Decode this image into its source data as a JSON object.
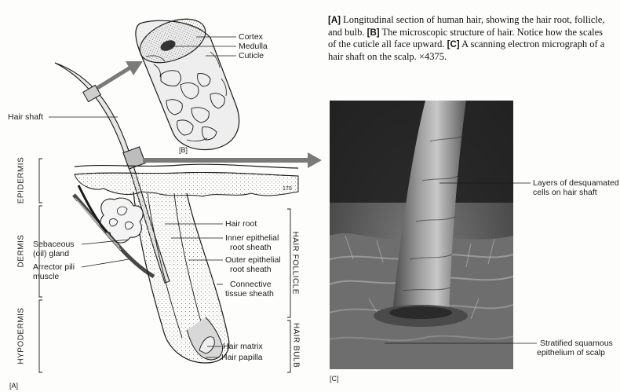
{
  "caption": {
    "a_tag": "[A]",
    "a_text": " Longitudinal section of human hair, showing the hair root, follicle, and bulb. ",
    "b_tag": "[B]",
    "b_text": " The microscopic structure of hair. Notice how the scales of the cuticle all face upward. ",
    "c_tag": "[C]",
    "c_text": " A scanning electron micrograph of a hair shaft on the scalp. ×4375."
  },
  "panel_b": {
    "tag": "[B]",
    "labels": {
      "cortex": "Cortex",
      "medulla": "Medulla",
      "cuticle": "Cuticle"
    }
  },
  "panel_a": {
    "tag": "[A]",
    "labels": {
      "hair_shaft": "Hair shaft",
      "hair_root": "Hair root",
      "inner_sheath_1": "Inner epithelial",
      "inner_sheath_2": "root sheath",
      "outer_sheath_1": "Outer epithelial",
      "outer_sheath_2": "root sheath",
      "connective_1": "Connective",
      "connective_2": "tissue sheath",
      "sebaceous_1": "Sebaceous",
      "sebaceous_2": "(oil) gland",
      "arrector_1": "Arrector pili",
      "arrector_2": "muscle",
      "hair_matrix": "Hair matrix",
      "hair_papilla": "Hair papilla"
    },
    "side_labels": {
      "epidermis": "EPIDERMIS",
      "dermis": "DERMIS",
      "hypodermis": "HYPODERMIS"
    },
    "right_labels": {
      "hair_follicle": "HAIR FOLLICLE",
      "hair_bulb": "HAIR BULB"
    }
  },
  "panel_c": {
    "tag": "[C]",
    "labels": {
      "layers_1": "Layers of desquamated",
      "layers_2": "cells on hair shaft",
      "strat_1": "Stratified squamous",
      "strat_2": "epithelium of scalp"
    }
  },
  "colors": {
    "ink": "#1a1a1a",
    "arrow": "#7a7a7a",
    "photo_dark": "#2a2a2a",
    "photo_mid": "#8a8a8a",
    "tissue_dot": "#9a9a9a"
  }
}
